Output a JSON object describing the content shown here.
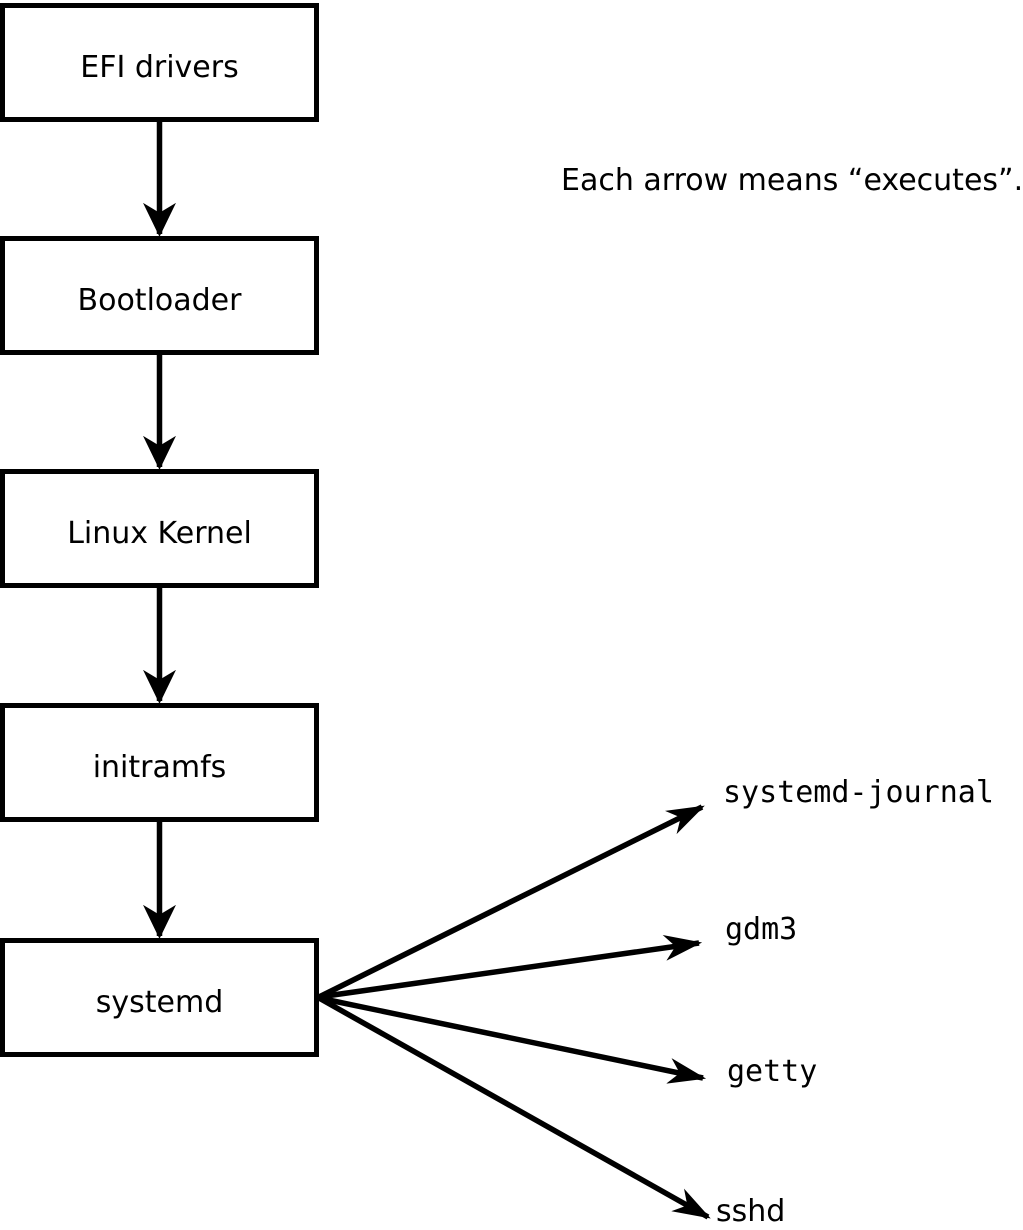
{
  "caption": "Each arrow means “executes”.",
  "chain": [
    {
      "label": "EFI drivers"
    },
    {
      "label": "Bootloader"
    },
    {
      "label": "Linux Kernel"
    },
    {
      "label": "initramfs"
    },
    {
      "label": "systemd"
    }
  ],
  "spawned": [
    {
      "label": "systemd-journal"
    },
    {
      "label": "gdm3"
    },
    {
      "label": "getty"
    },
    {
      "label": "sshd"
    }
  ],
  "edge_meaning": "executes",
  "colors": {
    "stroke": "#000000",
    "background": "#ffffff"
  }
}
